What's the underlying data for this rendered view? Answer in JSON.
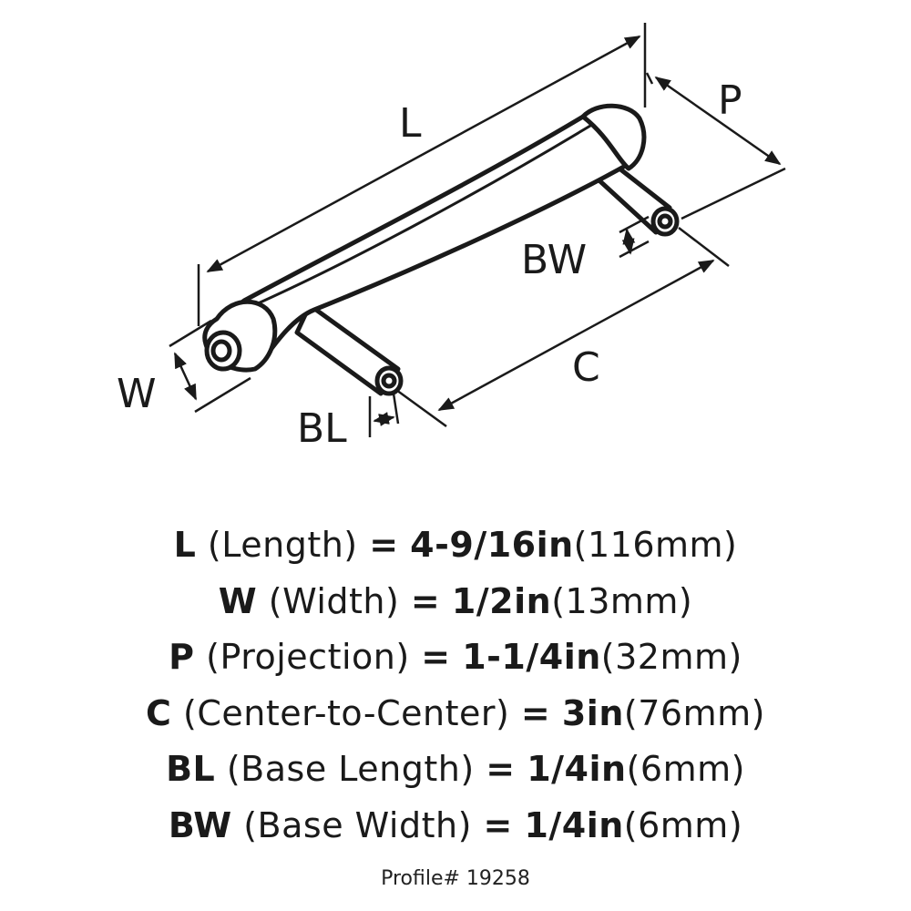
{
  "dimension_labels": {
    "length": "L",
    "projection": "P",
    "base_width": "BW",
    "width": "W",
    "center_to_center": "C",
    "base_length": "BL"
  },
  "specs": [
    {
      "letter": "L",
      "name": "(Length)",
      "eq": "=",
      "value": "4-9/16in",
      "metric": "(116mm)"
    },
    {
      "letter": "W",
      "name": "(Width)",
      "eq": "=",
      "value": "1/2in",
      "metric": "(13mm)"
    },
    {
      "letter": "P",
      "name": "(Projection)",
      "eq": "=",
      "value": "1-1/4in",
      "metric": "(32mm)"
    },
    {
      "letter": "C",
      "name": "(Center-to-Center)",
      "eq": "=",
      "value": "3in",
      "metric": "(76mm)"
    },
    {
      "letter": "BL",
      "name": "(Base Length)",
      "eq": "=",
      "value": "1/4in",
      "metric": "(6mm)"
    },
    {
      "letter": "BW",
      "name": "(Base Width)",
      "eq": "=",
      "value": "1/4in",
      "metric": "(6mm)"
    }
  ],
  "profile": "Profile# 19258",
  "colors": {
    "ink": "#1a1a1a",
    "background": "#ffffff"
  }
}
